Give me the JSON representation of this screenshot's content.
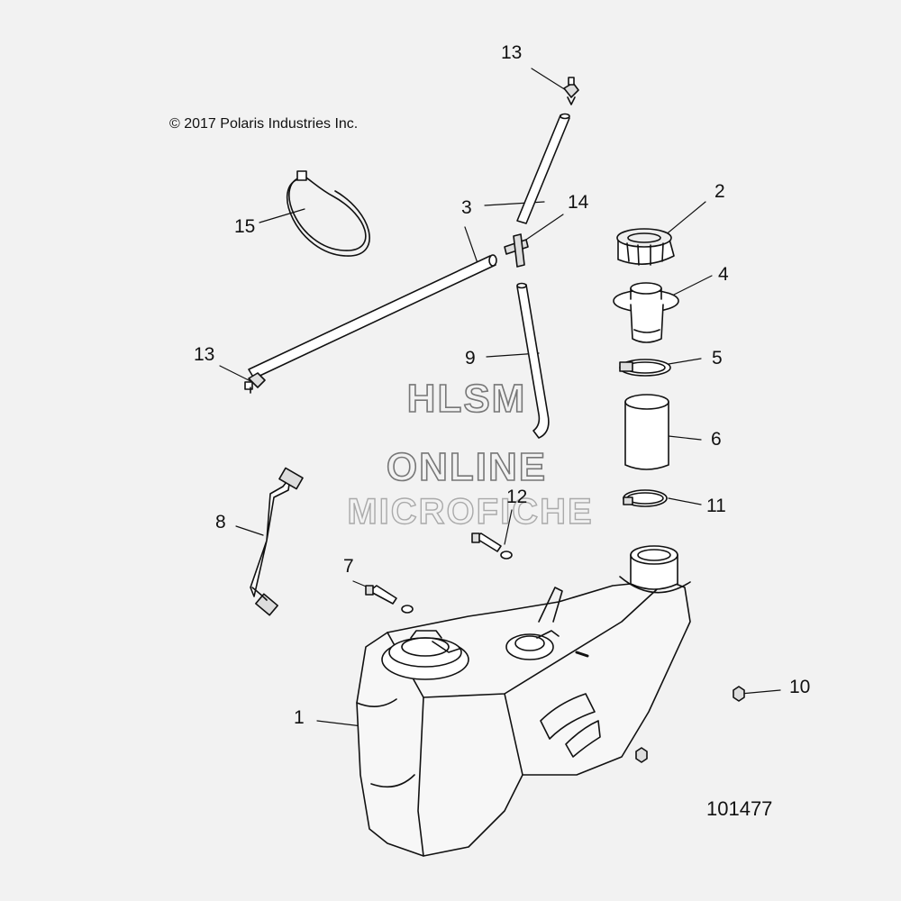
{
  "copyright": "© 2017 Polaris Industries Inc.",
  "diagram_id": "101477",
  "watermark": {
    "line1": "HLSM",
    "line2": "ONLINE",
    "line3": "MICROFICHE"
  },
  "callouts": {
    "c1": "1",
    "c2": "2",
    "c3": "3",
    "c4": "4",
    "c5": "5",
    "c6": "6",
    "c7": "7",
    "c8": "8",
    "c9": "9",
    "c10": "10",
    "c11": "11",
    "c12": "12",
    "c13a": "13",
    "c13b": "13",
    "c14": "14",
    "c15": "15"
  }
}
